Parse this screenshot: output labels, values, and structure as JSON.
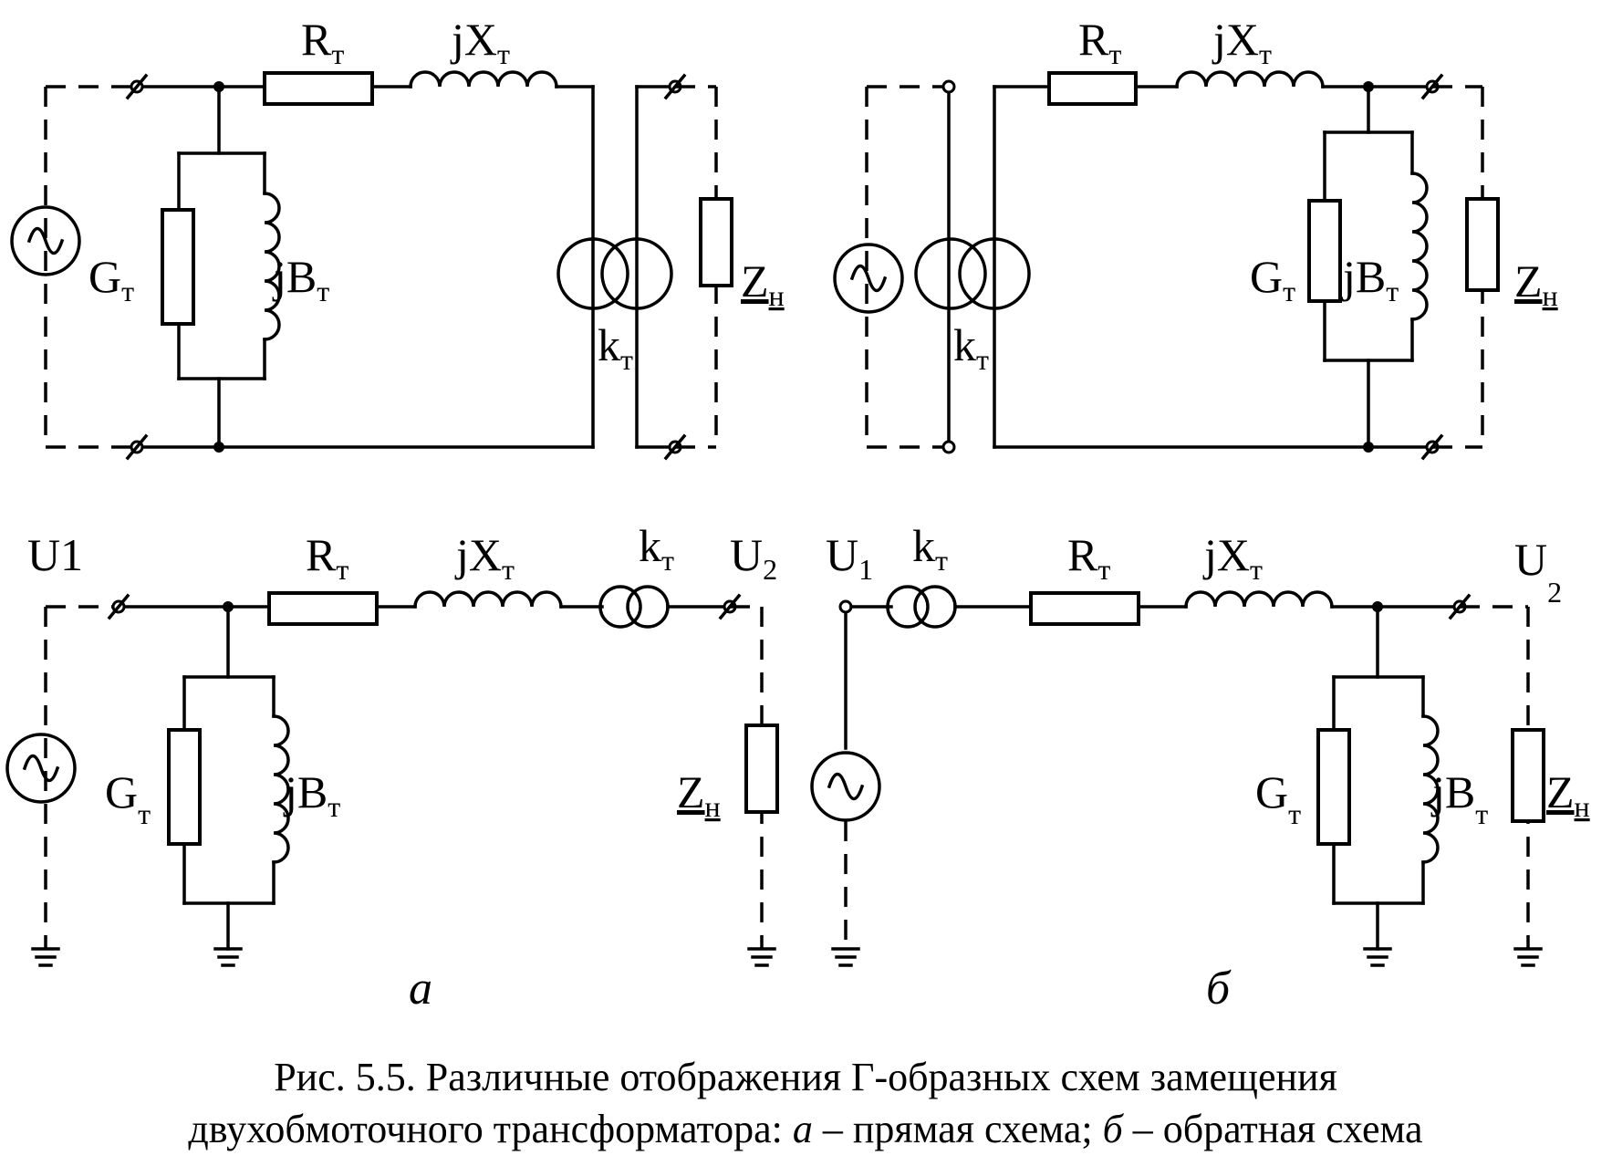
{
  "labels": {
    "R": "R",
    "jX": "jX",
    "G": "G",
    "jB": "jB",
    "k": "k",
    "Z": "Z",
    "U": "U",
    "sub_t": "т",
    "sub_n": "н",
    "sub_1": "1",
    "sub_2": "2"
  },
  "panel_labels": {
    "a": "а",
    "b": "б"
  },
  "caption": {
    "line1": "Рис. 5.5. Различные отображения Г-образных схем замещения",
    "line2_start": "двухобмоточного трансформатора: ",
    "line2_a": "а",
    "line2_mid": " – прямая схема; ",
    "line2_b": "б",
    "line2_end": " – обратная схема"
  }
}
